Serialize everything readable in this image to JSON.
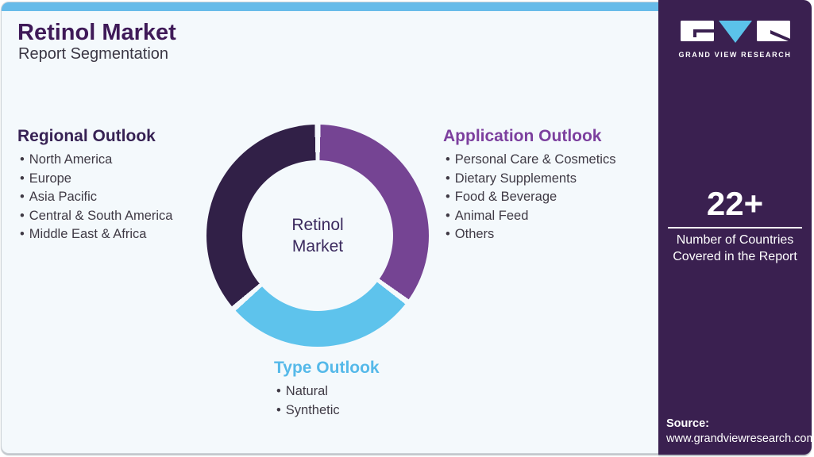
{
  "header": {
    "title": "Retinol Market",
    "subtitle": "Report Segmentation"
  },
  "sections": {
    "regional": {
      "heading": "Regional Outlook",
      "items": [
        "North America",
        "Europe",
        "Asia Pacific",
        "Central & South America",
        "Middle East & Africa"
      ]
    },
    "application": {
      "heading": "Application Outlook",
      "items": [
        "Personal Care & Cosmetics",
        "Dietary Supplements",
        "Food & Beverage",
        "Animal Feed",
        "Others"
      ]
    },
    "type": {
      "heading": "Type Outlook",
      "items": [
        "Natural",
        "Synthetic"
      ]
    }
  },
  "chart_data": {
    "type": "pie",
    "variant": "donut",
    "center_label": "Retinol\nMarket",
    "legend_position": "none",
    "gap_deg": 3,
    "segments": [
      {
        "label": "Application Outlook",
        "color": "#754493",
        "start_deg": 0,
        "end_deg": 126.5,
        "approx_share_pct": 35
      },
      {
        "label": "Type Outlook",
        "color": "#5ec3ec",
        "start_deg": 126.5,
        "end_deg": 229,
        "approx_share_pct": 28.5
      },
      {
        "label": "Regional Outlook",
        "color": "#312047",
        "start_deg": 229,
        "end_deg": 360,
        "approx_share_pct": 36.5
      }
    ]
  },
  "sidebar": {
    "brand": "GRAND VIEW RESEARCH",
    "stat_value": "22+",
    "stat_label": "Number of Countries\nCovered in the Report",
    "source_label": "Source:",
    "source_url": "www.grandviewresearch.com"
  },
  "colors": {
    "card-bg": "#f4f9fc",
    "topbar": "#67bbe9",
    "sidebar-bg": "#3a2050",
    "title": "#3f1a58",
    "subtitle": "#3b3744",
    "body-text": "#3f3a45",
    "regional-heading": "#372254",
    "application-heading": "#7c3f9e",
    "type-heading": "#55b9e9",
    "donut-center-text": "#3b2a5e",
    "logo-triangle": "#5bc2ea"
  }
}
